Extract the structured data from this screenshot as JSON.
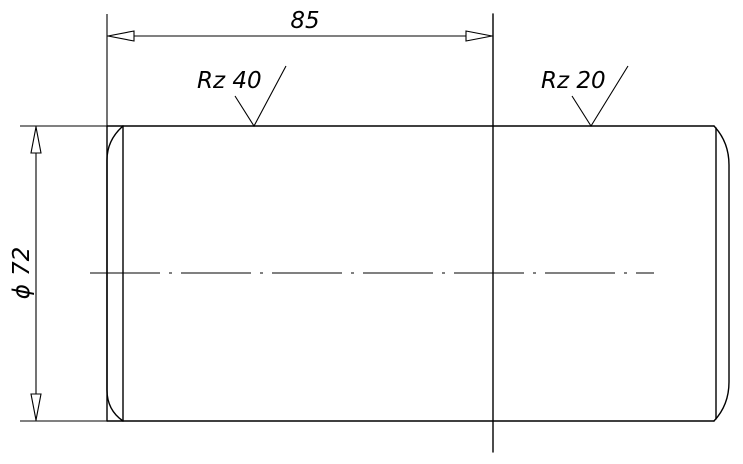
{
  "dimensions": {
    "length": "85",
    "diameter_symbol": "ϕ",
    "diameter_value": "72"
  },
  "surface_finish": [
    {
      "label": "Rz 40"
    },
    {
      "label": "Rz 20"
    }
  ],
  "colors": {
    "line": "#000000",
    "background": "#ffffff"
  }
}
